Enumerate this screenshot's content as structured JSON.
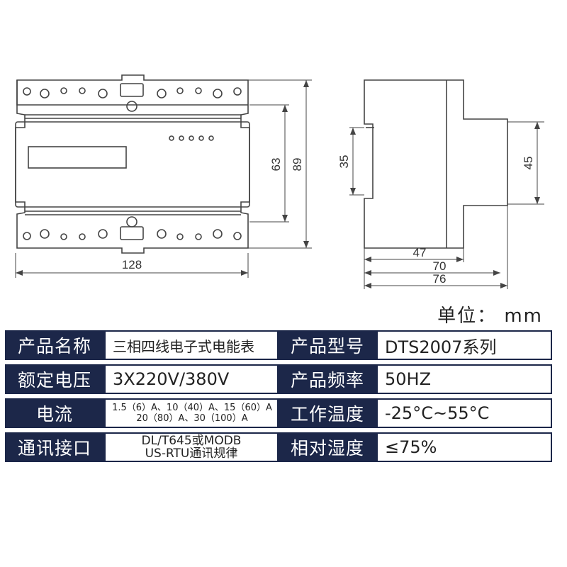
{
  "dimensions": {
    "front_width": "128",
    "front_height_total": "89",
    "front_height_inner": "63",
    "side_depth_1": "47",
    "side_depth_2": "70",
    "side_depth_3": "76",
    "side_height_35": "35",
    "side_height_45": "45"
  },
  "unit_label": "单位： mm",
  "specs": {
    "product_name_label": "产品名称",
    "product_name_value": "三相四线电子式电能表",
    "model_label": "产品型号",
    "model_value": "DTS2007系列",
    "voltage_label": "额定电压",
    "voltage_value": "3X220V/380V",
    "frequency_label": "产品频率",
    "frequency_value": "50HZ",
    "current_label": "电流",
    "current_value_line1": "1.5（6）A、10（40）A、15（60）A",
    "current_value_line2": "20（80）A、30（100）A",
    "temperature_label": "工作温度",
    "temperature_value": "-25°C~55°C",
    "comm_label": "通讯接口",
    "comm_value_line1": "DL/T645或MODB",
    "comm_value_line2": "US-RTU通讯规律",
    "humidity_label": "相对湿度",
    "humidity_value": "≤75%"
  },
  "colors": {
    "label_bg": "#1c2749",
    "line": "#444444"
  }
}
